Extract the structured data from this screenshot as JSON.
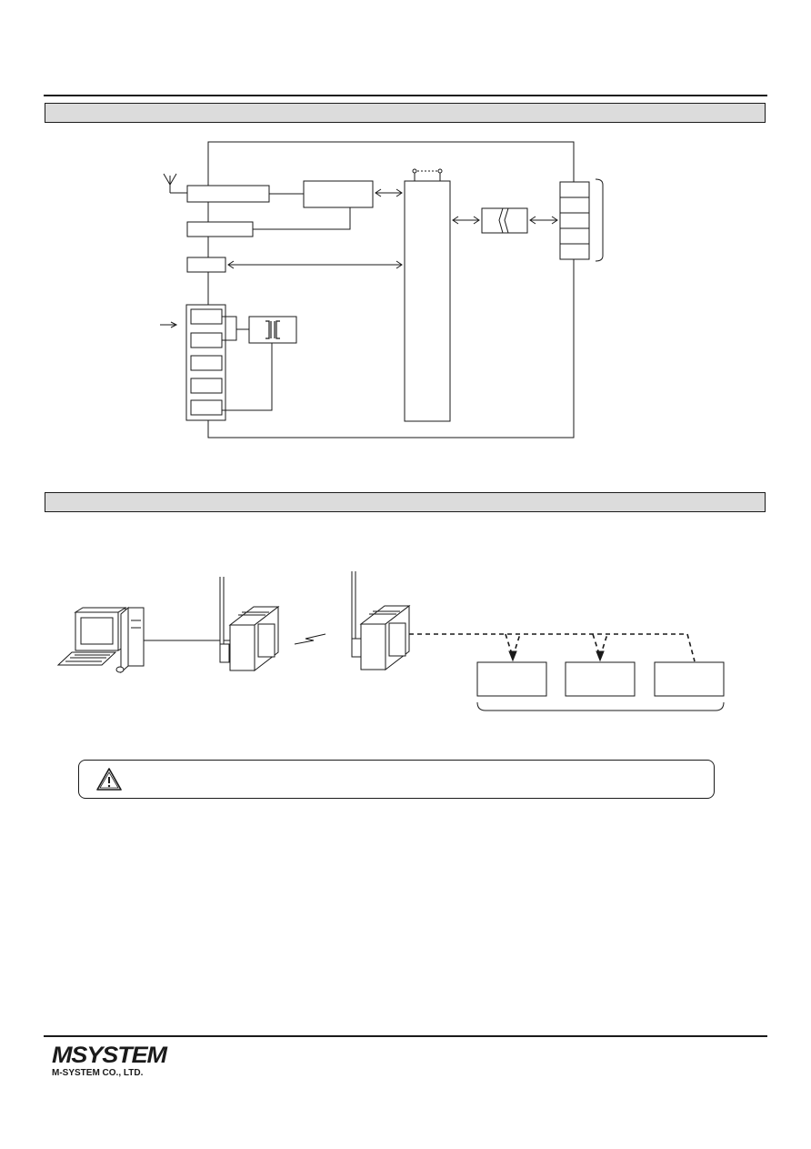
{
  "sections": {
    "block_diagram_title": "",
    "system_config_title": ""
  },
  "footer": {
    "logo_mark": "M-SYSTEM",
    "logo_display": "MSYSTEM",
    "company": "M-SYSTEM CO., LTD."
  },
  "icons": {
    "antenna": "antenna-icon",
    "warning": "warning-triangle-icon",
    "pc": "pc-icon",
    "module": "wireless-module-icon",
    "radio_link": "radio-link-icon"
  },
  "colors": {
    "ink": "#1a1a1a",
    "section_fill": "#dcdcdc"
  }
}
